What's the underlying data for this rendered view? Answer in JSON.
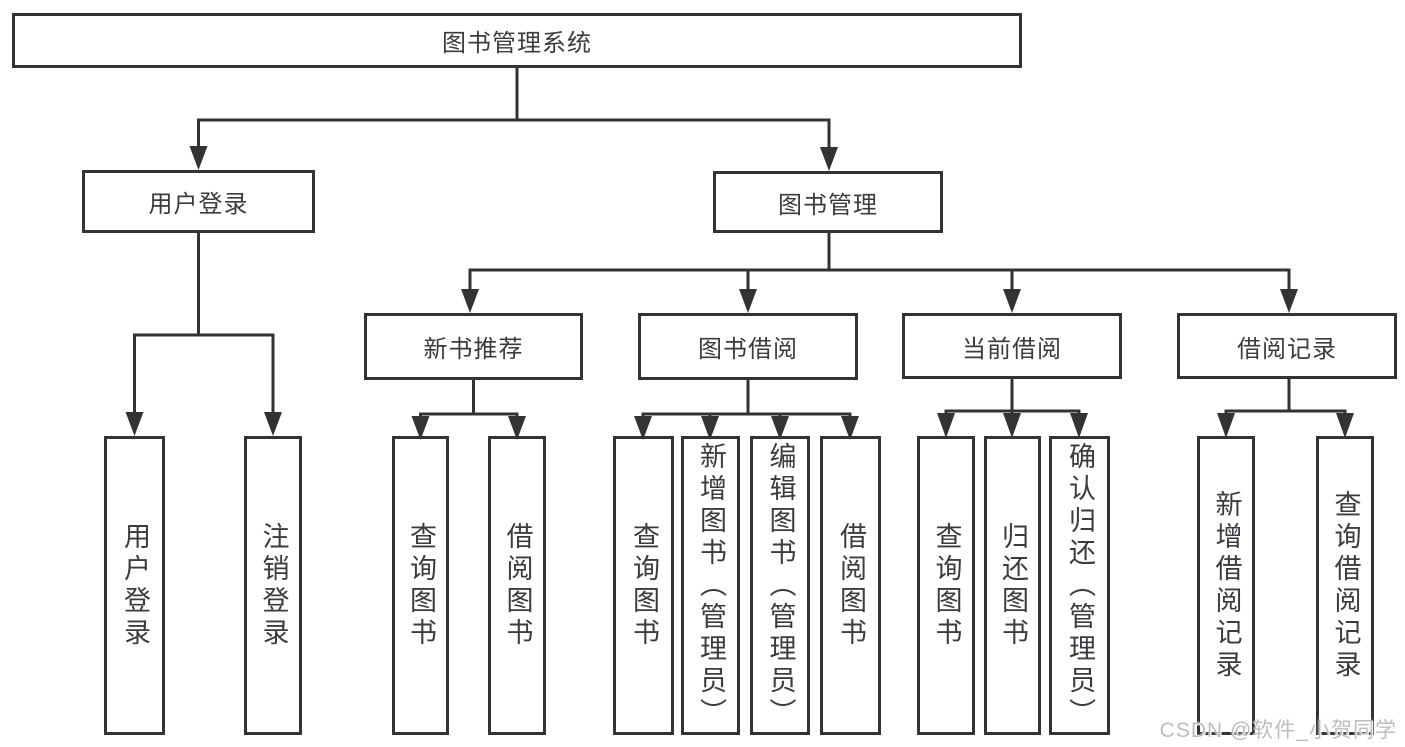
{
  "diagram_title": "图书管理系统",
  "colors": {
    "line": "#333333",
    "text": "#3b3b40",
    "background": "#ffffff",
    "watermark": "#bdbdbd"
  },
  "nodes": {
    "root": "图书管理系统",
    "user_login": "用户登录",
    "book_mgmt": "图书管理",
    "new_books": "新书推荐",
    "book_borrow": "图书借阅",
    "current_borrow": "当前借阅",
    "borrow_records": "借阅记录",
    "leaf_user_login": "用户登录",
    "leaf_logout": "注销登录",
    "leaf_nb_query": "查询图书",
    "leaf_nb_borrow": "借阅图书",
    "leaf_bb_query": "查询图书",
    "leaf_bb_add": "新增图书（管理员）",
    "leaf_bb_edit": "编辑图书（管理员）",
    "leaf_bb_borrow": "借阅图书",
    "leaf_cb_query": "查询图书",
    "leaf_cb_return": "归还图书",
    "leaf_cb_confirm": "确认归还（管理员）",
    "leaf_br_add": "新增借阅记录",
    "leaf_br_query": "查询借阅记录"
  },
  "watermark": "CSDN @软件_小贺同学"
}
